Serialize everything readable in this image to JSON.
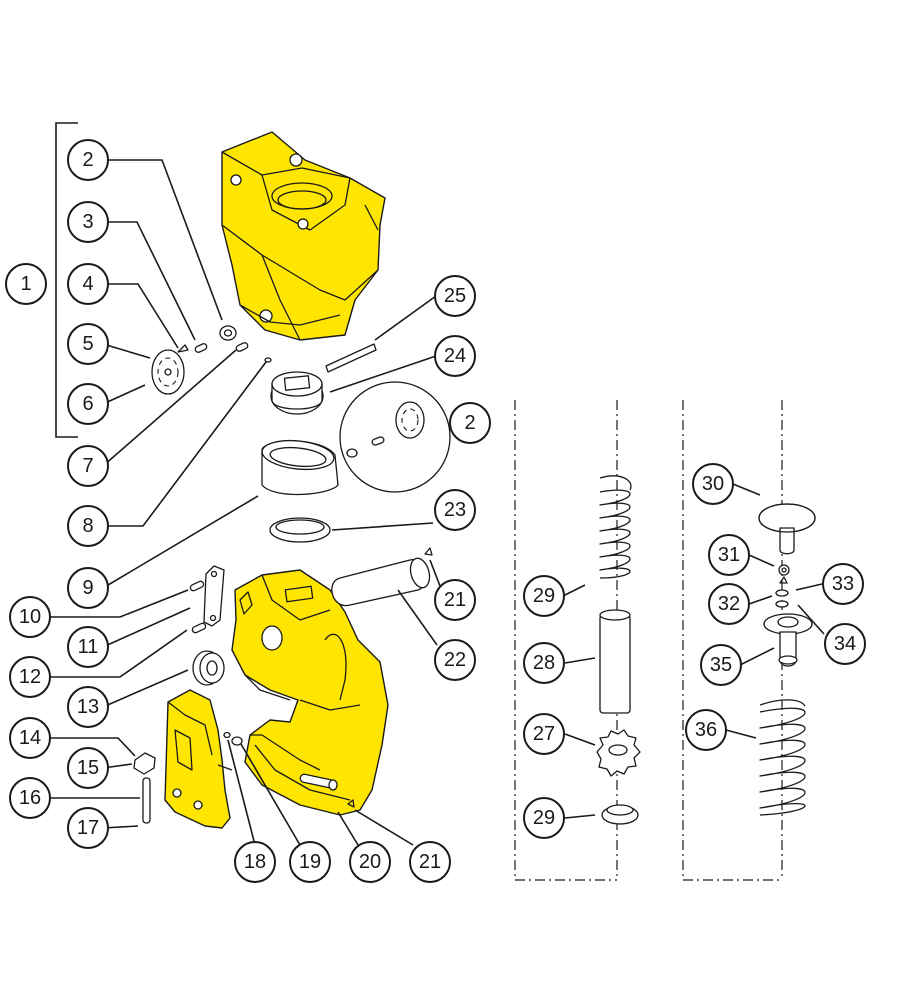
{
  "callouts": [
    {
      "label": "1"
    },
    {
      "label": "2"
    },
    {
      "label": "3"
    },
    {
      "label": "4"
    },
    {
      "label": "5"
    },
    {
      "label": "6"
    },
    {
      "label": "7"
    },
    {
      "label": "8"
    },
    {
      "label": "9"
    },
    {
      "label": "10"
    },
    {
      "label": "11"
    },
    {
      "label": "12"
    },
    {
      "label": "13"
    },
    {
      "label": "14"
    },
    {
      "label": "15"
    },
    {
      "label": "16"
    },
    {
      "label": "17"
    },
    {
      "label": "18"
    },
    {
      "label": "19"
    },
    {
      "label": "20"
    },
    {
      "label": "21"
    },
    {
      "label": "22"
    },
    {
      "label": "23"
    },
    {
      "label": "24"
    },
    {
      "label": "25"
    },
    {
      "label": "2"
    },
    {
      "label": "21"
    },
    {
      "label": "29"
    },
    {
      "label": "28"
    },
    {
      "label": "27"
    },
    {
      "label": "29"
    },
    {
      "label": "30"
    },
    {
      "label": "31"
    },
    {
      "label": "32"
    },
    {
      "label": "33"
    },
    {
      "label": "34"
    },
    {
      "label": "35"
    },
    {
      "label": "36"
    }
  ],
  "colors": {
    "highlight": "#ffe600",
    "ink": "#1a1a1a",
    "background": "#ffffff"
  }
}
